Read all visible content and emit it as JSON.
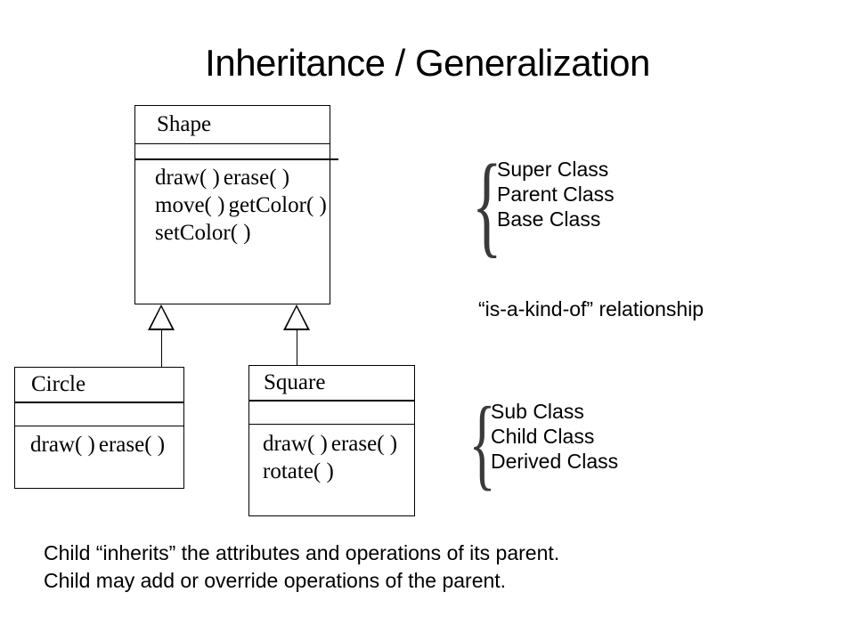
{
  "slide": {
    "title": "Inheritance / Generalization",
    "background_color": "#ffffff",
    "ink_color": "#000000"
  },
  "diagram": {
    "type": "uml-class-diagram",
    "relationship": "generalization",
    "classes": [
      {
        "id": "shape",
        "name": "Shape",
        "role": "superclass",
        "attributes": [],
        "operations": [
          "draw( )",
          "erase( )",
          "move( )",
          "getColor( )",
          "setColor( )"
        ]
      },
      {
        "id": "circle",
        "name": "Circle",
        "role": "subclass",
        "attributes": [],
        "operations": [
          "draw( )",
          "erase( )"
        ]
      },
      {
        "id": "square",
        "name": "Square",
        "role": "subclass",
        "attributes": [],
        "operations": [
          "draw( )",
          "erase( )",
          "rotate( )"
        ]
      }
    ],
    "generalizations": [
      {
        "from": "circle",
        "to": "shape"
      },
      {
        "from": "square",
        "to": "shape"
      }
    ]
  },
  "annotations": {
    "superclass_names": {
      "brace": "{",
      "lines": [
        "Super Class",
        "Parent Class",
        "Base Class"
      ]
    },
    "subclass_names": {
      "brace": "{",
      "lines": [
        "Sub Class",
        "Child Class",
        "Derived Class"
      ]
    },
    "relationship_note": "“is-a-kind-of” relationship"
  },
  "footer": {
    "lines": [
      "Child “inherits” the attributes and operations of its parent.",
      "Child may add or override operations of the parent."
    ]
  }
}
